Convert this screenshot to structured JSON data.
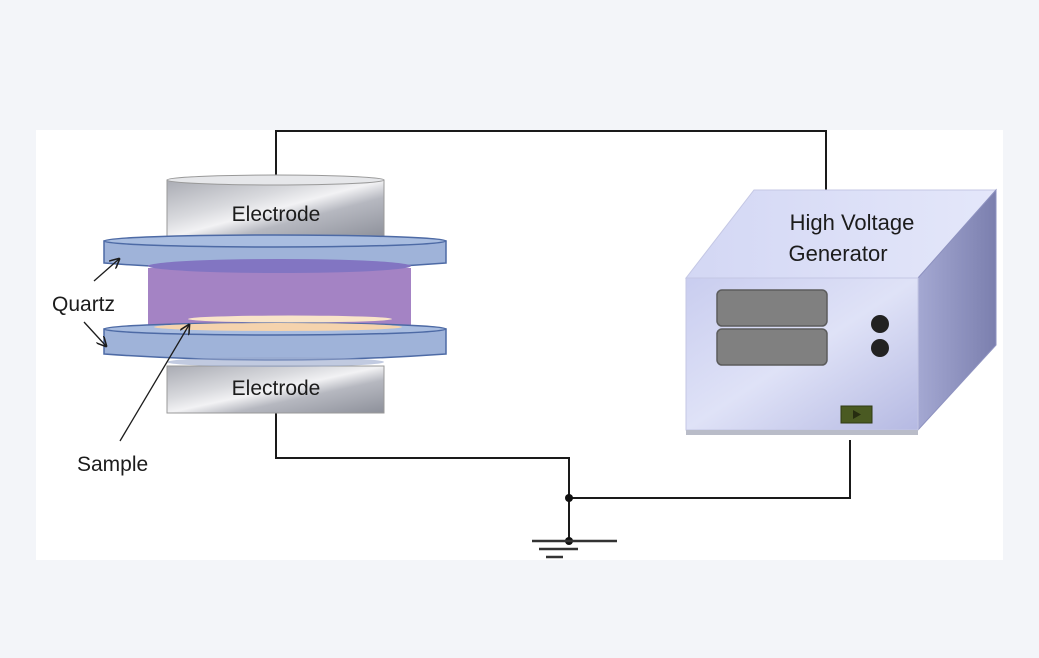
{
  "diagram": {
    "type": "dielectric-barrier-discharge-setup",
    "labels": {
      "top_electrode": "Electrode",
      "bottom_electrode": "Electrode",
      "quartz": "Quartz",
      "sample": "Sample",
      "generator_line1": "High Voltage",
      "generator_line2": "Generator"
    },
    "colors": {
      "background": "#f3f5f9",
      "panel": "#ffffff",
      "quartz": "#9fb3d9",
      "plasma": "#a483c4",
      "sample": "#f7d9b5",
      "generator_front": "#d5d9f3",
      "generator_side": "#8e92c0",
      "display": "#808080",
      "knob": "#222222",
      "indicator": "#4a5a22",
      "wire": "#1a1a1a"
    },
    "components": [
      "top-electrode",
      "top-quartz-plate",
      "plasma-region",
      "sample",
      "bottom-quartz-plate",
      "bottom-electrode",
      "high-voltage-generator",
      "ground"
    ]
  }
}
